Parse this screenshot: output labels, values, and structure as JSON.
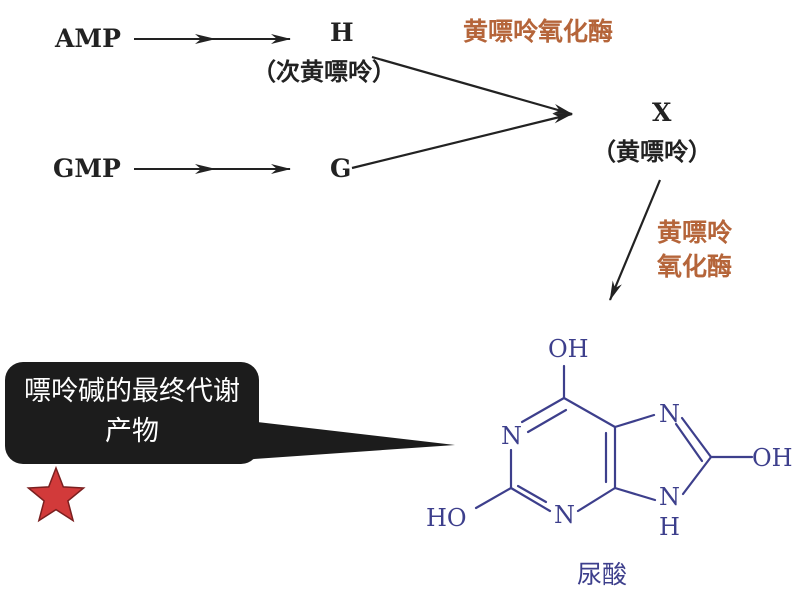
{
  "pathway": {
    "amp": "AMP",
    "gmp": "GMP",
    "h": "H",
    "h_name": "（次黄嘌呤）",
    "g": "G",
    "x": "X",
    "x_name": "（黄嘌呤）",
    "enzyme_top": "黄嘌呤氧化酶",
    "enzyme_right_line1": "黄嘌呤",
    "enzyme_right_line2": "氧化酶"
  },
  "molecule": {
    "name": "尿酸",
    "oh_top": "OH",
    "oh_right": "OH",
    "ho_left": "HO",
    "n1": "N",
    "n3": "N",
    "n7": "N",
    "n9": "N",
    "h9": "H"
  },
  "callout": {
    "text": "嘌呤碱的最终代谢产物"
  },
  "colors": {
    "text": "#222222",
    "enzyme": "#b5653a",
    "molecule": "#3d3f8c",
    "callout_bg": "#1c1c1c",
    "star": "#d23a3a"
  }
}
